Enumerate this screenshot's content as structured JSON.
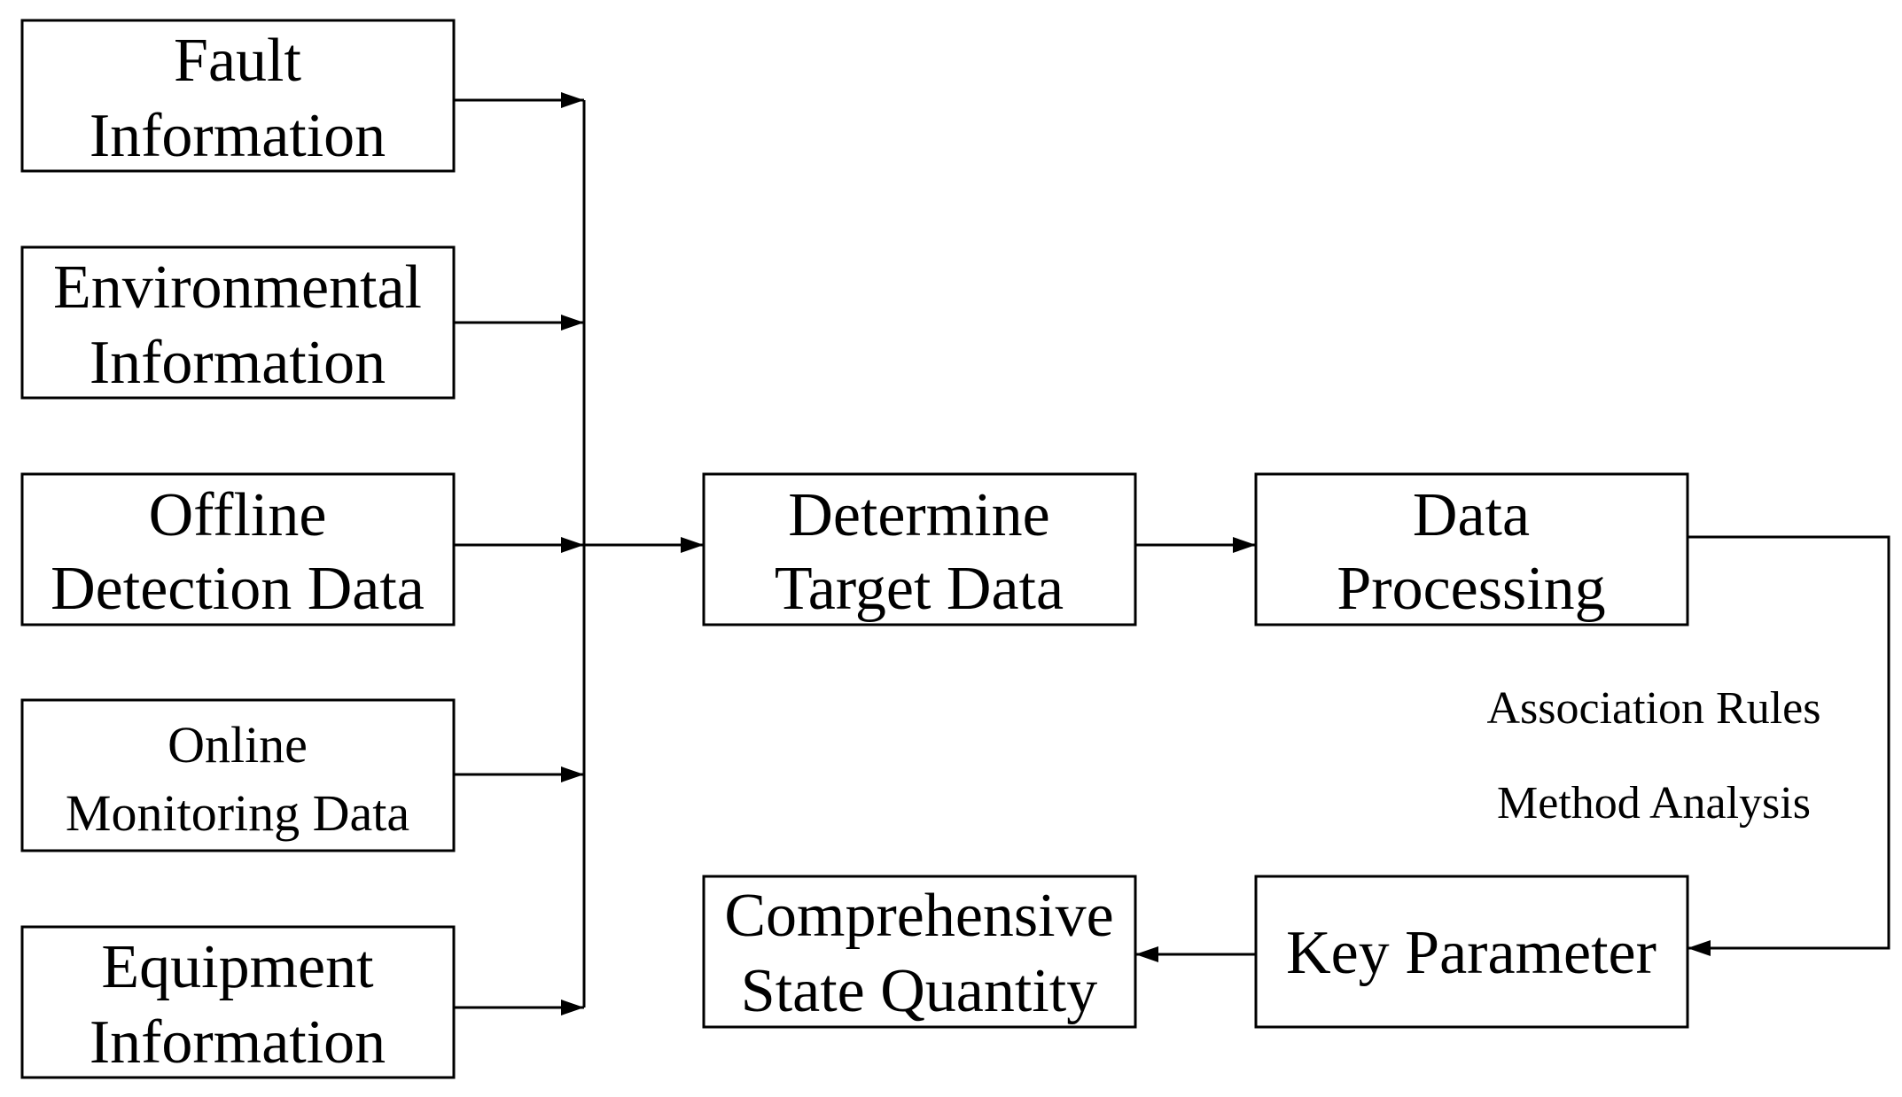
{
  "diagram": {
    "inputs": [
      {
        "lines": [
          "Fault",
          "Information"
        ]
      },
      {
        "lines": [
          "Environmental",
          "Information"
        ]
      },
      {
        "lines": [
          "Offline",
          "Detection Data"
        ]
      },
      {
        "lines": [
          "Online",
          "Monitoring Data"
        ]
      },
      {
        "lines": [
          "Equipment",
          "Information"
        ]
      }
    ],
    "determine": {
      "lines": [
        "Determine",
        "Target Data"
      ]
    },
    "processing": {
      "lines": [
        "Data",
        "Processing"
      ]
    },
    "annotation": {
      "lines": [
        "Association Rules",
        "Method Analysis"
      ]
    },
    "key_parameter": {
      "lines": [
        "Key Parameter"
      ]
    },
    "comprehensive": {
      "lines": [
        "Comprehensive",
        "State Quantity"
      ]
    }
  }
}
